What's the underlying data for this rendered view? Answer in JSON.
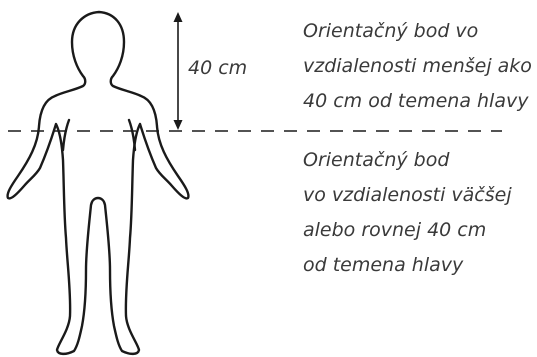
{
  "measurement": {
    "label": "40 cm"
  },
  "upper_zone": {
    "lines": [
      "Orientačný bod vo",
      "vzdialenosti menšej ako",
      "40 cm od temena hlavy"
    ]
  },
  "lower_zone": {
    "lines": [
      "Orientačný bod",
      "vo vzdialenosti väčšej",
      "alebo rovnej 40 cm",
      "od temena hlavy"
    ]
  },
  "colors": {
    "outline": "#1a1a1a",
    "text": "#3a3a3a"
  }
}
